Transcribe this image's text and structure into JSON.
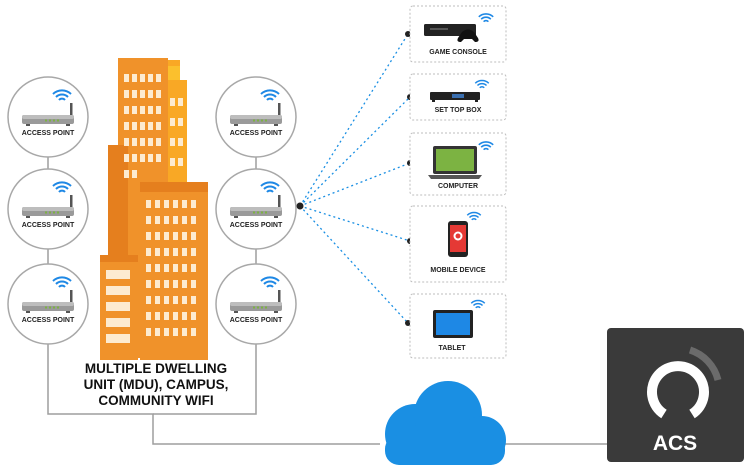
{
  "access_points": [
    {
      "label": "ACCESS POINT"
    },
    {
      "label": "ACCESS POINT"
    },
    {
      "label": "ACCESS POINT"
    },
    {
      "label": "ACCESS POINT"
    },
    {
      "label": "ACCESS POINT"
    },
    {
      "label": "ACCESS POINT"
    }
  ],
  "building": {
    "caption_lines": [
      "MULTIPLE DWELLING",
      "UNIT (MDU), CAMPUS,",
      "COMMUNITY WIFI"
    ]
  },
  "devices": [
    {
      "label": "GAME CONSOLE",
      "icon": "game-console-icon"
    },
    {
      "label": "SET TOP BOX",
      "icon": "set-top-box-icon"
    },
    {
      "label": "COMPUTER",
      "icon": "laptop-icon"
    },
    {
      "label": "MOBILE DEVICE",
      "icon": "smartphone-icon"
    },
    {
      "label": "TABLET",
      "icon": "tablet-icon"
    }
  ],
  "acs": {
    "label": "ACS",
    "icon": "acs-logo-icon"
  },
  "cloud": {
    "icon": "cloud-icon"
  },
  "colors": {
    "building_orange": "#F0922A",
    "building_yellow": "#FBC02D",
    "wifi_blue": "#1E88E5",
    "cloud_blue": "#1A8FE3",
    "acs_box": "#3A3A3A",
    "link_dots": "#1A8FE3"
  }
}
